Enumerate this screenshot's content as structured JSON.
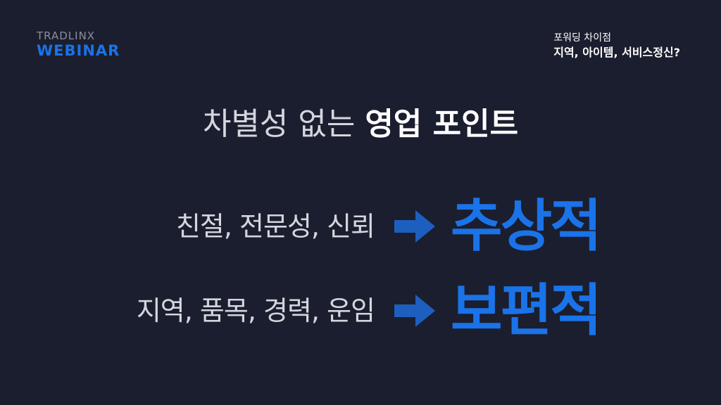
{
  "brand": {
    "top": "TRADLINX",
    "bottom": "WEBINAR"
  },
  "topic": {
    "sub": "포워딩 차이점",
    "main": "지역, 아이템, 서비스정신?"
  },
  "headline": {
    "light": "차별성 없는",
    "bold": "영업 포인트"
  },
  "rows": [
    {
      "text": "친절, 전문성, 신뢰",
      "icon": "arrow-right-icon",
      "result": "추상적"
    },
    {
      "text": "지역, 품목, 경력, 운임",
      "icon": "arrow-right-icon",
      "result": "보편적"
    }
  ],
  "colors": {
    "background": "#1b1e2e",
    "accent": "#1a73e8",
    "arrow": "#1d5fbf"
  }
}
